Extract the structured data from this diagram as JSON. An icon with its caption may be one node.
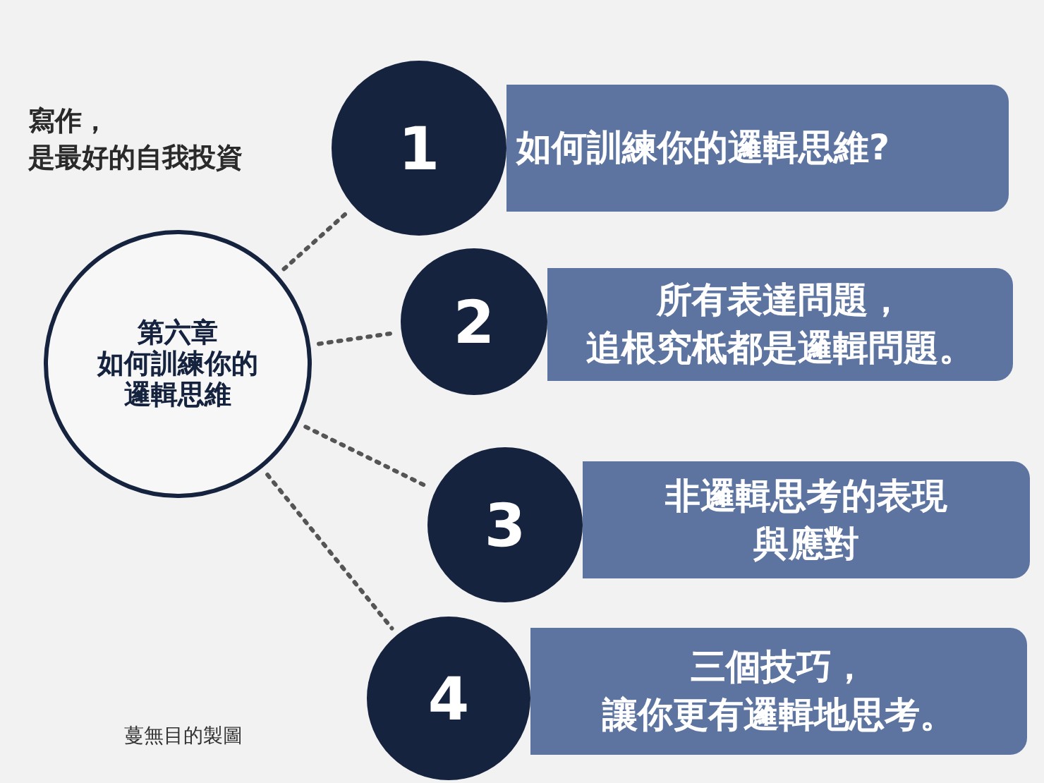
{
  "diagram": {
    "nodes": [
      {
        "text": [
          "第六章",
          "如何訓練你的邏輯思維"
        ]
      },
      {
        "text": [
          "1"
        ]
      },
      {
        "text": [
          "如何訓練你的邏輯思維?"
        ]
      },
      {
        "text": [
          "2"
        ]
      },
      {
        "text": [
          "所有表達問題，",
          "追根究柢都是邏輯問題。"
        ]
      },
      {
        "text": [
          "3"
        ]
      },
      {
        "text": [
          "非邏輯思考的表現",
          "與應對"
        ]
      },
      {
        "text": [
          "4"
        ]
      },
      {
        "text": [
          "三個技巧，",
          "讓你更有邏輯地思考。"
        ]
      }
    ],
    "edges": [
      {
        "from": 0,
        "to": 1,
        "arrow": "none",
        "style": "dashed"
      },
      {
        "from": 0,
        "to": 3,
        "arrow": "none",
        "style": "dashed"
      },
      {
        "from": 0,
        "to": 5,
        "arrow": "none",
        "style": "dashed"
      },
      {
        "from": 0,
        "to": 7,
        "arrow": "none",
        "style": "dashed"
      }
    ],
    "labels": [
      "寫作，",
      "是最好的自我投資",
      "蔓無目的製圖"
    ]
  }
}
